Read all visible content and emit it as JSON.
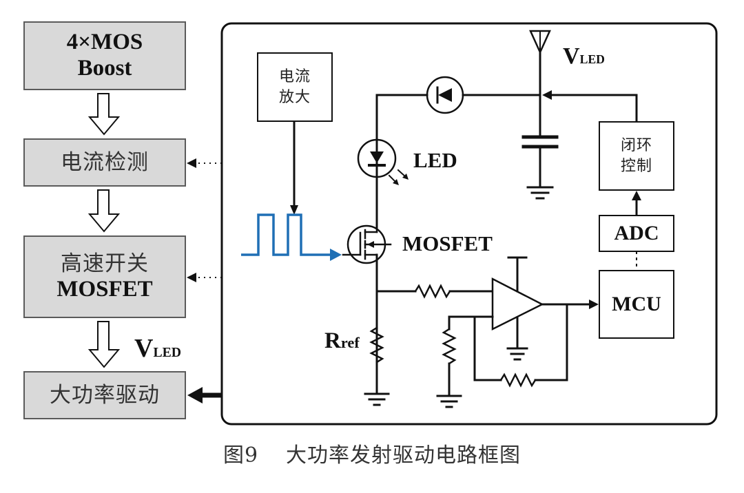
{
  "left_chain": {
    "blocks": [
      {
        "id": "boost",
        "lines": [
          "4×MOS",
          "Boost"
        ]
      },
      {
        "id": "current-detect",
        "lines": [
          "电流检测"
        ]
      },
      {
        "id": "high-speed-switch",
        "lines": [
          "高速开关",
          "MOSFET"
        ]
      },
      {
        "id": "high-power-drive",
        "lines": [
          "大功率驱动"
        ]
      }
    ],
    "arrow_label": {
      "main": "V",
      "sub": "LED"
    }
  },
  "circuit": {
    "current_amp": {
      "lines": [
        "电流",
        "放大"
      ]
    },
    "closed_loop": {
      "lines": [
        "闭环",
        "控制"
      ]
    },
    "adc": "ADC",
    "mcu": "MCU",
    "vled": {
      "main": "V",
      "sub": "LED"
    },
    "led_label": "LED",
    "mosfet_label": "MOSFET",
    "rref": {
      "main": "R",
      "sub": "ref"
    },
    "pulse_color": "#1f6fb5",
    "line_color": "#111111"
  },
  "caption": {
    "figure": "图9",
    "title": "大功率发射驱动电路框图"
  }
}
